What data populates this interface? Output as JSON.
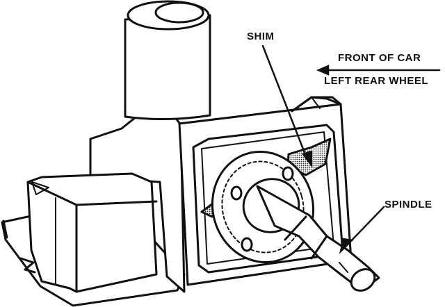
{
  "labels": {
    "shim": "SHIM",
    "front_of_car": "FRONT OF CAR",
    "left_rear_wheel": "LEFT REAR WHEEL",
    "spindle": "SPINDLE"
  },
  "colors": {
    "ink": "#111111",
    "paper": "#ffffff",
    "shim_fill": "#9a9a9a"
  }
}
